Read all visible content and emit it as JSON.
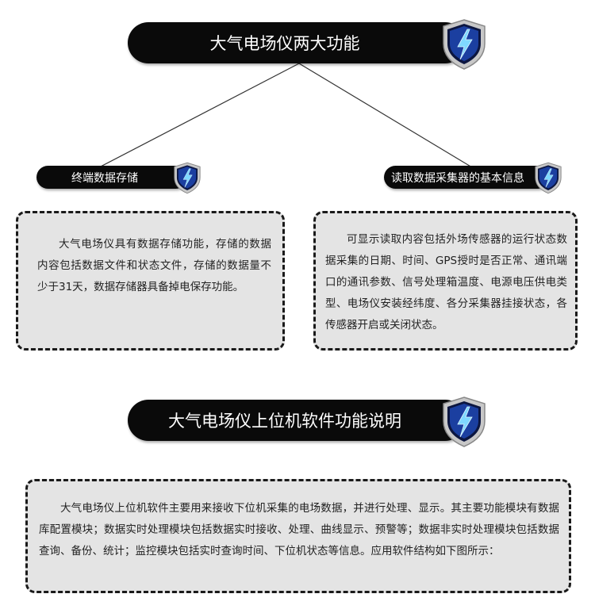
{
  "section1": {
    "title": "大气电场仪两大功能",
    "branch_left": {
      "label": "终端数据存储",
      "text": "大气电场仪具有数据存储功能，存储的数据内容包括数据文件和状态文件，存储的数据量不少于31天，数据存储器具备掉电保存功能。"
    },
    "branch_right": {
      "label": "读取数据采集器的基本信息",
      "text": "可显示读取内容包括外场传感器的运行状态数据采集的日期、时间、GPS授时是否正常、通讯端口的通讯参数、信号处理箱温度、电源电压供电类型、电场仪安装经纬度、各分采集器挂接状态，各传感器开启或关闭状态。"
    }
  },
  "section2": {
    "title": "大气电场仪上位机软件功能说明",
    "text": "大气电场仪上位机软件主要用来接收下位机采集的电场数据，并进行处理、显示。其主要功能模块有数据库配置模块；数据实时处理模块包括数据实时接收、处理、曲线显示、预警等；数据非实时处理模块包括数据查询、备份、统计；监控模块包括实时查询时间、下位机状态等信息。应用软件结构如下图所示："
  },
  "icons": {
    "shield": "lightning-shield-icon"
  },
  "colors": {
    "pill": "#0a0a0a",
    "box_bg": "#e4e4e4",
    "border": "#1a1a1a",
    "shield_blue": "#1b3fa0"
  }
}
